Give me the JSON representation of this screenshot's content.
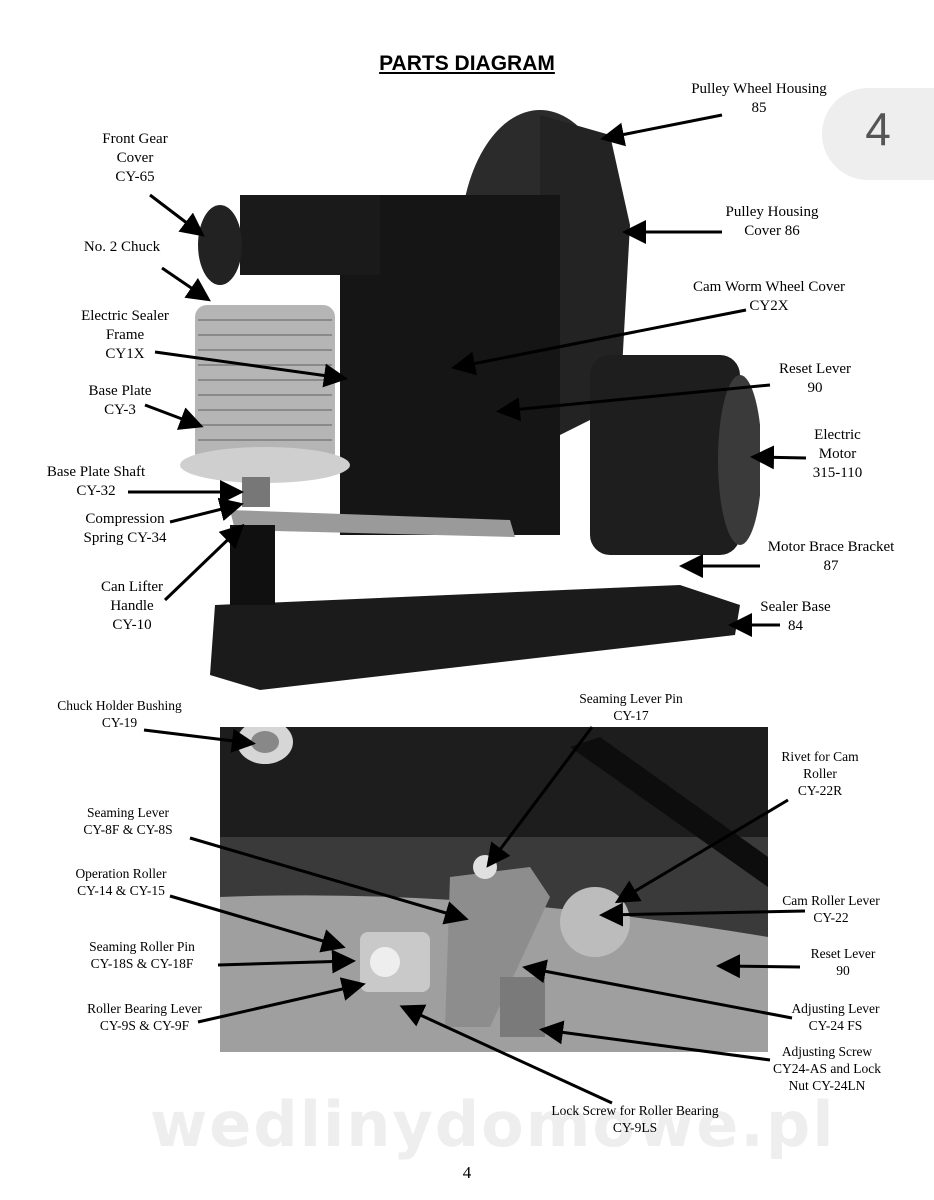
{
  "header": {
    "title": "PARTS DIAGRAM",
    "page_tab": "4"
  },
  "footer": {
    "page_number": "4"
  },
  "watermark": "wedlinydomowe.pl",
  "top_labels": {
    "pulley_wheel_housing": [
      "Pulley Wheel Housing",
      "85"
    ],
    "front_gear_cover": [
      "Front Gear",
      "Cover",
      "CY-65"
    ],
    "pulley_housing_cover": [
      "Pulley Housing",
      "Cover 86"
    ],
    "no2_chuck": [
      "No. 2 Chuck"
    ],
    "cam_worm_wheel_cover": [
      "Cam Worm Wheel Cover",
      "CY2X"
    ],
    "electric_sealer_frame": [
      "Electric Sealer",
      "Frame",
      "CY1X"
    ],
    "reset_lever_top": [
      "Reset Lever",
      "90"
    ],
    "base_plate": [
      "Base Plate",
      "CY-3"
    ],
    "electric_motor": [
      "Electric",
      "Motor",
      "315-110"
    ],
    "base_plate_shaft": [
      "Base Plate Shaft",
      "CY-32"
    ],
    "compression_spring": [
      "Compression",
      "Spring CY-34"
    ],
    "motor_brace_bracket": [
      "Motor Brace Bracket",
      "87"
    ],
    "can_lifter_handle": [
      "Can Lifter",
      "Handle",
      "CY-10"
    ],
    "sealer_base": [
      "Sealer Base",
      "84"
    ]
  },
  "bottom_labels": {
    "chuck_holder_bushing": [
      "Chuck Holder Bushing",
      "CY-19"
    ],
    "seaming_lever_pin": [
      "Seaming Lever Pin",
      "CY-17"
    ],
    "rivet_cam_roller": [
      "Rivet for Cam",
      "Roller",
      "CY-22R"
    ],
    "seaming_lever": [
      "Seaming Lever",
      "CY-8F & CY-8S"
    ],
    "operation_roller": [
      "Operation Roller",
      "CY-14 & CY-15"
    ],
    "cam_roller_lever": [
      "Cam Roller Lever",
      "CY-22"
    ],
    "seaming_roller_pin": [
      "Seaming Roller Pin",
      "CY-18S & CY-18F"
    ],
    "reset_lever_bottom": [
      "Reset Lever",
      "90"
    ],
    "roller_bearing_lever": [
      "Roller Bearing Lever",
      "CY-9S & CY-9F"
    ],
    "adjusting_lever": [
      "Adjusting Lever",
      "CY-24 FS"
    ],
    "adjusting_screw": [
      "Adjusting Screw",
      "CY24-AS and Lock",
      "Nut CY-24LN"
    ],
    "lock_screw": [
      "Lock Screw for Roller Bearing",
      "CY-9LS"
    ]
  },
  "colors": {
    "arrow": "#000000",
    "machine_dark": "#1b1b1b",
    "metal": "#b5b5b5"
  }
}
